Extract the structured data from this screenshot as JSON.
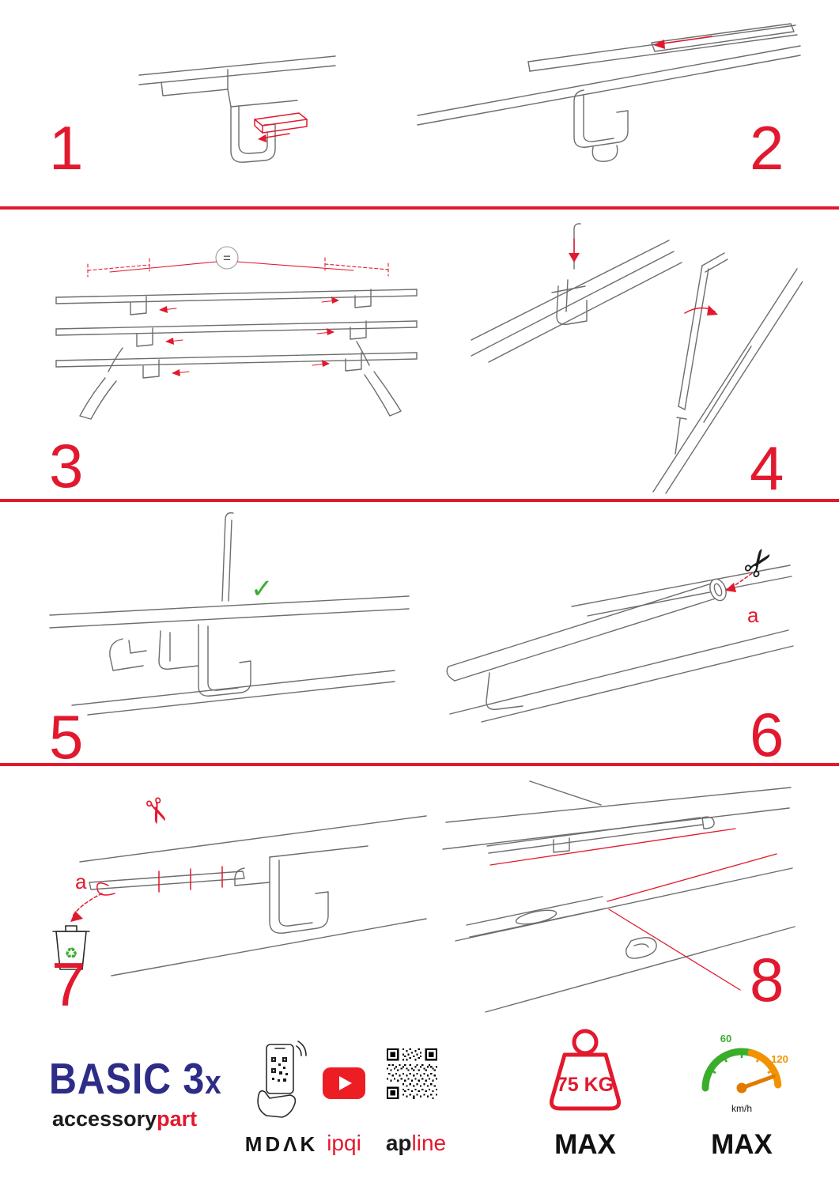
{
  "steps": [
    {
      "number": "1"
    },
    {
      "number": "2"
    },
    {
      "number": "3"
    },
    {
      "number": "4"
    },
    {
      "number": "5"
    },
    {
      "number": "6"
    },
    {
      "number": "7"
    },
    {
      "number": "8"
    }
  ],
  "annotations": {
    "equal_spacing": "=",
    "check_mark": "✓",
    "scissors": "✂",
    "recycle": "♻",
    "cut_label_step6": "a",
    "cut_label_step7": "a"
  },
  "footer": {
    "product": {
      "name": "BASIC 3",
      "suffix": "x"
    },
    "brand": {
      "black": "accessory",
      "red": "part"
    },
    "mdak": "MDΛK",
    "ipqi": "ipqi",
    "apline": {
      "black": "ap",
      "red": "line"
    },
    "weight": {
      "value": "75 KG",
      "max": "MAX"
    },
    "speed": {
      "low": "60",
      "high": "120",
      "unit": "km/h",
      "max": "MAX"
    }
  },
  "colors": {
    "accent_red": "#e2192e",
    "sketch_gray": "#6d6d6d",
    "brand_blue": "#2d2c87",
    "green": "#3aae2c",
    "orange": "#f39200"
  }
}
